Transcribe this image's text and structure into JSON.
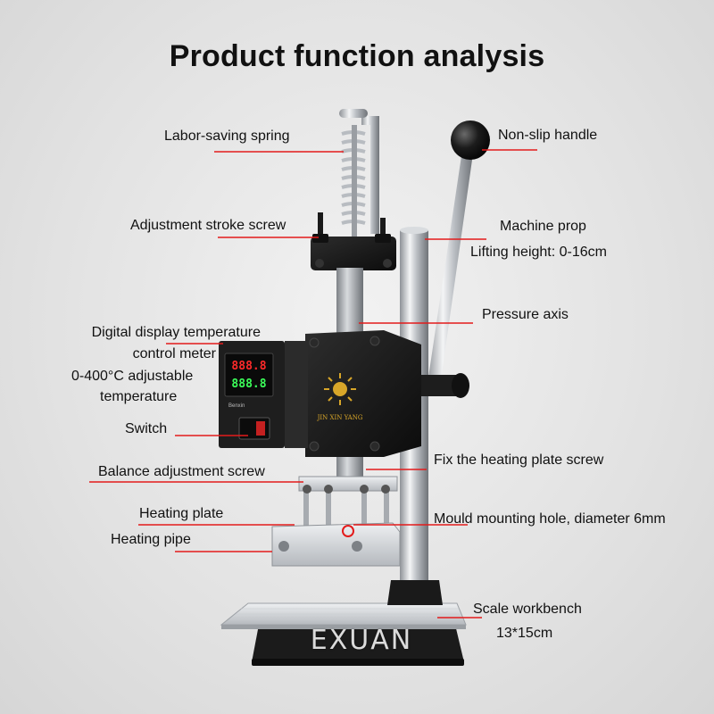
{
  "title": "Product function analysis",
  "labels": {
    "labor_saving_spring": "Labor-saving spring",
    "non_slip_handle": "Non-slip handle",
    "adjustment_stroke_screw": "Adjustment stroke screw",
    "machine_prop": "Machine prop",
    "lifting_height": "Lifting height: 0-16cm",
    "pressure_axis": "Pressure axis",
    "digital_display_line1": "Digital display temperature",
    "digital_display_line2": "control meter",
    "adjustable_line1": "0-400°C adjustable",
    "adjustable_line2": "temperature",
    "switch": "Switch",
    "balance_adjustment_screw": "Balance adjustment screw",
    "fix_heating_plate_screw": "Fix the heating plate screw",
    "heating_plate": "Heating plate",
    "mould_mounting_hole": "Mould mounting hole, diameter 6mm",
    "heating_pipe": "Heating pipe",
    "scale_workbench": "Scale workbench",
    "workbench_size": "13*15cm"
  },
  "machine": {
    "brand_text": "JIN XIN YANG",
    "display_top": "888.8",
    "display_bottom": "888.8",
    "controller_brand": "Benxin",
    "watermark": "EXUAN"
  },
  "colors": {
    "leader_line": "#e31b1b",
    "machine_body": "#1a1a1a",
    "chrome": "#c9ccd0",
    "display_digits": "#ff2a2a"
  }
}
